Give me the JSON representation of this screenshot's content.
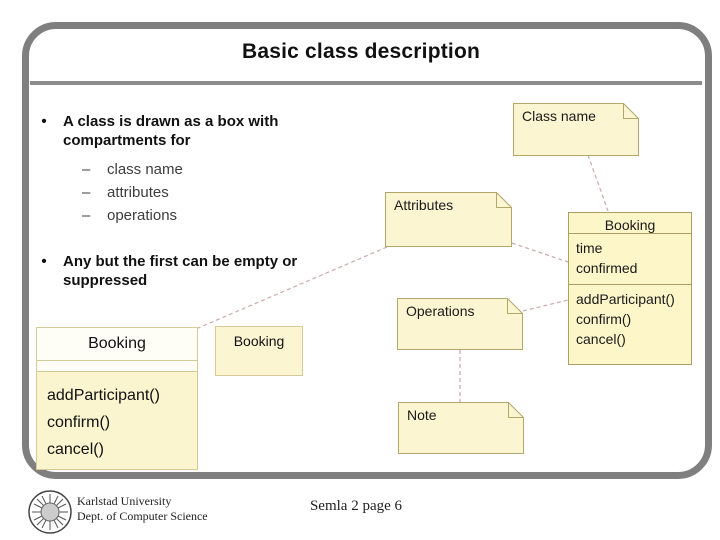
{
  "slide": {
    "title": "Basic class description",
    "bullets": [
      {
        "marker": "•",
        "text": "A class is drawn as a box with compartments for",
        "sub_marker": "–",
        "sub": [
          "class name",
          "attributes",
          "operations"
        ]
      },
      {
        "marker": "•",
        "text": "Any but the first can be empty or suppressed",
        "sub": []
      }
    ]
  },
  "diagram": {
    "notes": [
      {
        "label": "Class name"
      },
      {
        "label": "Attributes"
      },
      {
        "label": "Operations"
      },
      {
        "label": "Note"
      }
    ],
    "class_full": {
      "name": "Booking",
      "attributes": [
        "time",
        "confirmed"
      ],
      "operations": [
        "addParticipant()",
        "confirm()",
        "cancel()"
      ]
    },
    "class_empty_attrs": {
      "name": "Booking",
      "operations": [
        "addParticipant()",
        "confirm()",
        "cancel()"
      ]
    },
    "class_suppressed": {
      "name": "Booking"
    }
  },
  "footer": {
    "org_line1": "Karlstad University",
    "org_line2": "Dept. of Computer Science",
    "page_label": "Semla 2 page 6"
  },
  "colors": {
    "frame_gray": "#7f7f7f",
    "rule_gray": "#8c8c8c",
    "note_fill": "#fbf5d1",
    "note_border": "#b3a76b",
    "class_fill": "#fcf6c9",
    "class_border": "#ab9f63",
    "connector": "#c9abab"
  }
}
